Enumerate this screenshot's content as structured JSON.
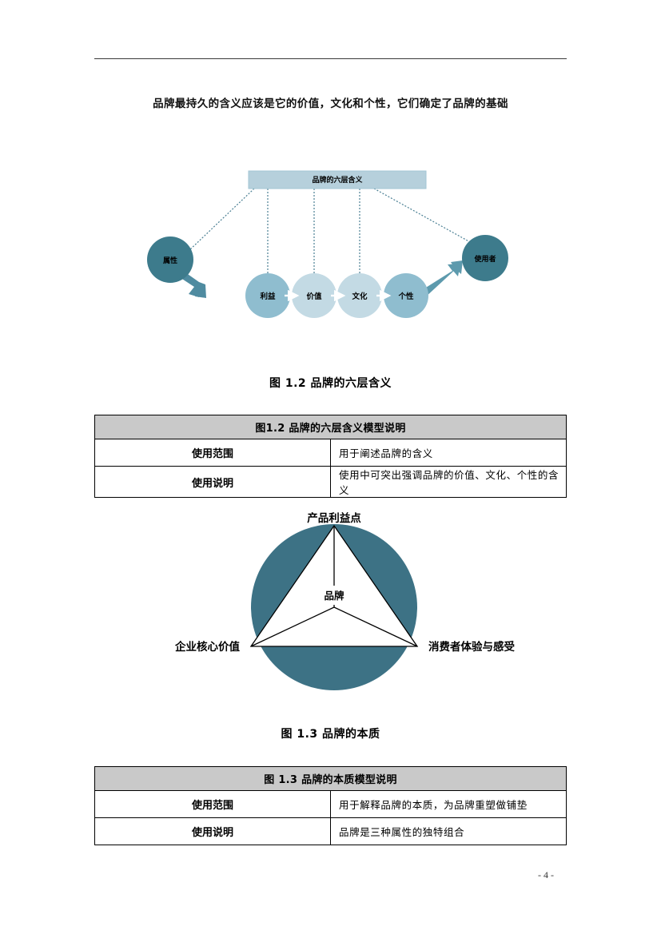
{
  "page": {
    "number_label": "- 4 -",
    "intro_heading": "品牌最持久的含义应该是它的价值，文化和个性，它们确定了品牌的基础"
  },
  "figure_1_2": {
    "caption": "图 1.2  品牌的六层含义",
    "header_box_label": "品牌的六层含义",
    "start_node": "属性",
    "end_node": "使用者",
    "middle_nodes": [
      "利益",
      "价值",
      "文化",
      "个性"
    ],
    "colors": {
      "header_box_fill": "#b6d0dc",
      "header_box_stroke": "#8fb8c8",
      "dark_node_fill": "#3d7b8c",
      "mid_node_fill": "#8fbdcf",
      "light_node_fill": "#c3dae4",
      "arrow_fill": "#4f8ba0",
      "dotted_line": "#4a7f93"
    }
  },
  "table_1_2": {
    "header": "图1.2  品牌的六层含义模型说明",
    "rows": [
      {
        "label": "使用范围",
        "value": "用于阐述品牌的含义"
      },
      {
        "label": "使用说明",
        "value": "使用中可突出强调品牌的价值、文化、个性的含义"
      }
    ]
  },
  "figure_1_3": {
    "caption": "图 1.3  品牌的本质",
    "center_label": "品牌",
    "vertex_top": "产品利益点",
    "vertex_left": "企业核心价值",
    "vertex_right": "消费者体验与感受",
    "colors": {
      "circle_fill": "#3d7285",
      "triangle_fill": "#ffffff",
      "line_stroke": "#000000"
    }
  },
  "table_1_3": {
    "header": "图 1.3  品牌的本质模型说明",
    "rows": [
      {
        "label": "使用范围",
        "value": "用于解释品牌的本质，为品牌重塑做铺垫"
      },
      {
        "label": "使用说明",
        "value": "品牌是三种属性的独特组合"
      }
    ]
  }
}
